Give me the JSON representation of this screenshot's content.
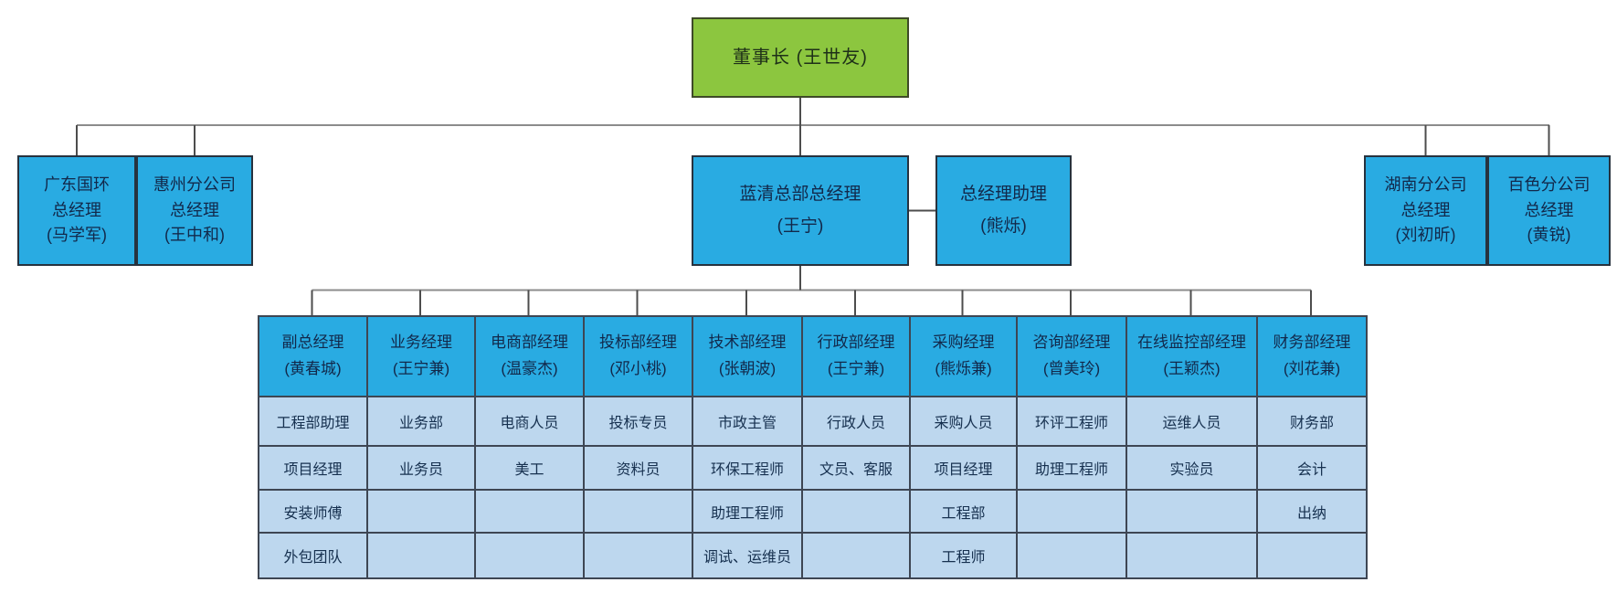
{
  "org": {
    "chairman": "董事长 (王世友)",
    "level2": {
      "guangdong_guohuan": "广东国环\n总经理\n(马学军)",
      "huizhou_branch": "惠州分公司\n总经理\n(王中和)",
      "lanqing_hq": "蓝清总部总经理\n(王宁)",
      "gm_assistant": "总经理助理\n(熊烁)",
      "hunan_branch": "湖南分公司\n总经理\n(刘初昕)",
      "baise_branch": "百色分公司\n总经理\n(黄锐)"
    },
    "departments": {
      "headers": [
        "副总经理\n(黄春城)",
        "业务经理\n(王宁兼)",
        "电商部经理\n(温豪杰)",
        "投标部经理\n(邓小桃)",
        "技术部经理\n(张朝波)",
        "行政部经理\n(王宁兼)",
        "采购经理\n(熊烁兼)",
        "咨询部经理\n(曾美玲)",
        "在线监控部经理\n(王颖杰)",
        "财务部经理\n(刘花兼)"
      ],
      "rows": [
        [
          "工程部助理",
          "业务部",
          "电商人员",
          "投标专员",
          "市政主管",
          "行政人员",
          "采购人员",
          "环评工程师",
          "运维人员",
          "财务部"
        ],
        [
          "项目经理",
          "业务员",
          "美工",
          "资料员",
          "环保工程师",
          "文员、客服",
          "项目经理",
          "助理工程师",
          "实验员",
          "会计"
        ],
        [
          "安装师傅",
          "",
          "",
          "",
          "助理工程师",
          "",
          "工程部",
          "",
          "",
          "出纳"
        ],
        [
          "外包团队",
          "",
          "",
          "",
          "调试、运维员",
          "",
          "工程师",
          "",
          "",
          ""
        ]
      ]
    }
  },
  "colors": {
    "chairman_bg": "#8CC63F",
    "node_bg": "#29ABE2",
    "cell_bg": "#BDD7EE",
    "grid_border": "#3E4653",
    "connector": "#5E5E5E",
    "node_text": "#12284A"
  }
}
